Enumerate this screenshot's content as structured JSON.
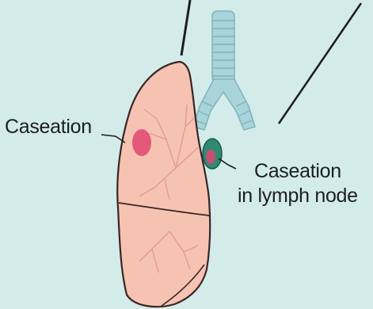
{
  "labels": {
    "caseation_lung": "Caseation",
    "caseation_node_line1": "Caseation",
    "caseation_node_line2": "in lymph node"
  },
  "colors": {
    "background": "#d3ece9",
    "lung_fill": "#f6c3b3",
    "lung_outline": "#3a2525",
    "lesion": "#e0456e",
    "lymph_node": "#2f8a73",
    "trachea": "#a9d4da",
    "text": "#1e1e1e"
  }
}
